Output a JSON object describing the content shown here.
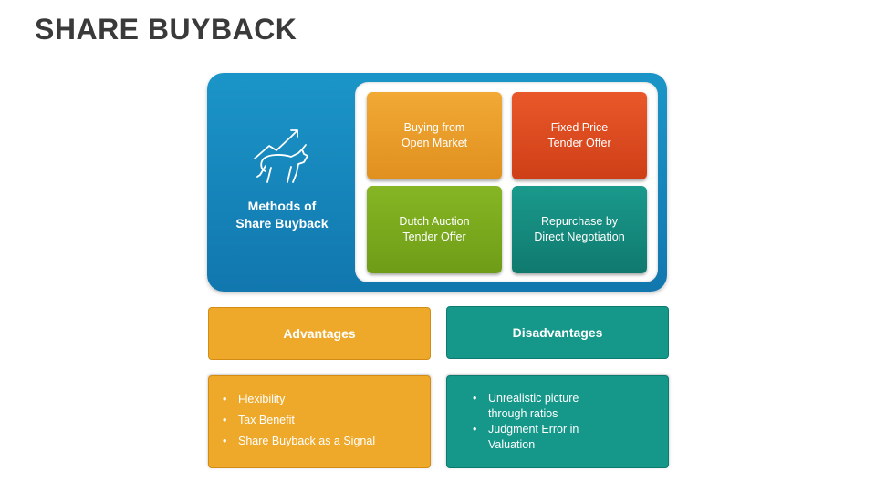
{
  "title": "SHARE BUYBACK",
  "methods": {
    "label_line1": "Methods of",
    "label_line2": "Share Buyback",
    "icon": "bull-market-icon",
    "items": [
      {
        "line1": "Buying from",
        "line2": "Open Market",
        "color": "#f0a22c"
      },
      {
        "line1": "Fixed Price",
        "line2": "Tender Offer",
        "color": "#df4b20"
      },
      {
        "line1": "Dutch Auction",
        "line2": "Tender Offer",
        "color": "#7baa1d"
      },
      {
        "line1": "Repurchase by",
        "line2": "Direct Negotiation",
        "color": "#158b7e"
      }
    ]
  },
  "advantages": {
    "header": "Advantages",
    "items": [
      "Flexibility",
      "Tax Benefit",
      "Share Buyback as a Signal"
    ],
    "color": "#eea92b"
  },
  "disadvantages": {
    "header": "Disadvantages",
    "items": [
      {
        "line1": "Unrealistic picture",
        "line2": "through ratios"
      },
      {
        "line1": "Judgment Error in",
        "line2": "Valuation"
      }
    ],
    "color": "#15978a"
  }
}
